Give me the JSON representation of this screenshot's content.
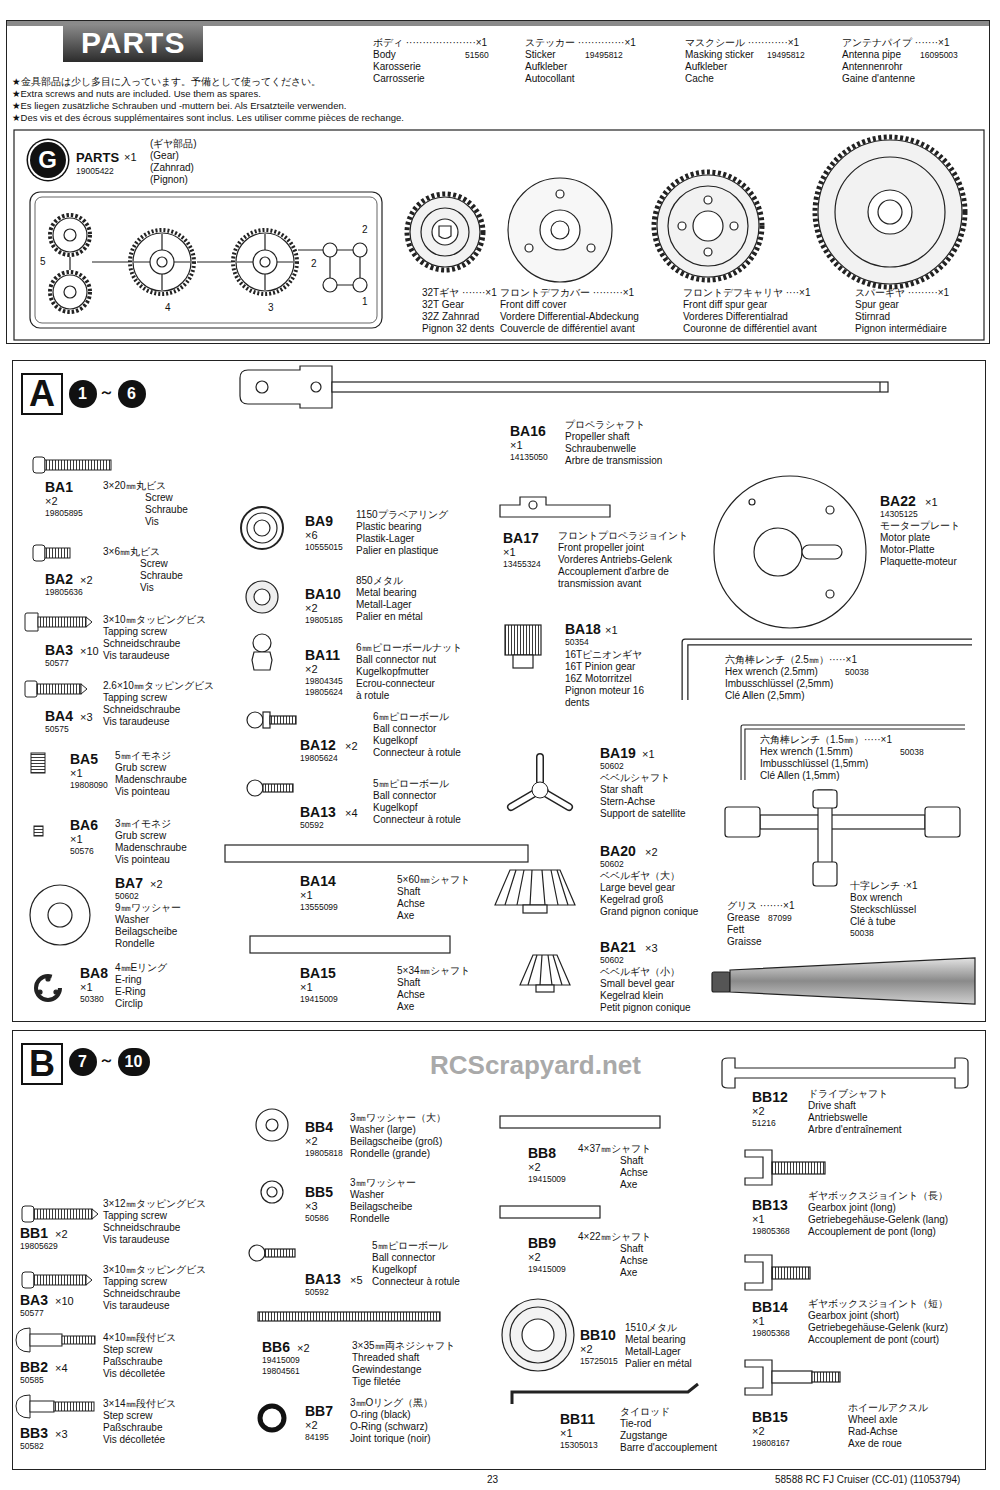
{
  "diagram": {
    "nodes": [
      {
        "text": [
          "PARTS"
        ]
      },
      {
        "text": [
          "G"
        ],
        "in": 0
      },
      {
        "text": [
          "A"
        ]
      },
      {
        "text": [
          "1"
        ],
        "in": 2
      },
      {
        "text": [
          "6"
        ],
        "in": 2
      },
      {
        "text": [
          "B"
        ]
      },
      {
        "text": [
          "7"
        ],
        "in": 5
      },
      {
        "text": [
          "10"
        ],
        "in": 5
      }
    ],
    "labels": [
      "★金具部品は少し多目に入っています。予備として使ってください。",
      "★Extra screws and nuts are included. Use them as spares.",
      "★Es liegen zusätzliche Schrauben und -muttern bei. Als Ersatzteile verwenden.",
      "★Des vis et des écrous supplémentaires sont inclus. Les utiliser comme pièces de rechange.",
      "ボディ ·····················×1",
      "Body",
      "51560",
      "Karosserie",
      "Carrosserie",
      "ステッカー ··············×1",
      "Sticker",
      "19495812",
      "Aufkleber",
      "Autocollant",
      "マスクシール ············×1",
      "Masking sticker",
      "19495812",
      "Aufkleber",
      "Cache",
      "アンテナパイプ ·······×1",
      "Antenna pipe",
      "16095003",
      "Antennenrohr",
      "Gaine d'antenne",
      "PARTS",
      "×1",
      "19005422",
      "(ギヤ部品)",
      "(Gear)",
      "(Zahnrad)",
      "(Pignon)",
      "5",
      "4",
      "3",
      "2",
      "2",
      "1",
      "32Tギヤ ·······×1",
      "32T Gear",
      "32Z Zahnrad",
      "Pignon 32 dents",
      "フロントデフカバー ·········×1",
      "Front diff cover",
      "Vordere Differential-Abdeckung",
      "Couvercle de différentiel avant",
      "フロントデフキャリヤ ····×1",
      "Front diff spur gear",
      "Vorderes Differentialrad",
      "Couronne de différentiel avant",
      "スパーギヤ ·········×1",
      "Spur gear",
      "Stirnrad",
      "Pignon intermédiaire",
      "～",
      "BA16",
      "×1",
      "14135050",
      "プロペラシャフト",
      "Propeller shaft",
      "Schraubenwelle",
      "Arbre de transmission",
      "BA1",
      "×2",
      "19805895",
      "3×20㎜丸ビス",
      "Screw",
      "Schraube",
      "Vis",
      "BA2",
      "×2",
      "19805636",
      "3×6㎜丸ビス",
      "Screw",
      "Schraube",
      "Vis",
      "BA3",
      "×10",
      "50577",
      "3×10㎜タッピングビス",
      "Tapping screw",
      "Schneidschraube",
      "Vis taraudeuse",
      "BA4",
      "×3",
      "50575",
      "2.6×10㎜タッピングビス",
      "Tapping screw",
      "Schneidschraube",
      "Vis taraudeuse",
      "BA5",
      "×1",
      "19808090",
      "5㎜イモネジ",
      "Grub screw",
      "Madenschraube",
      "Vis pointeau",
      "BA6",
      "×1",
      "50576",
      "3㎜イモネジ",
      "Grub screw",
      "Madenschraube",
      "Vis pointeau",
      "BA7",
      "×2",
      "50602",
      "9㎜ワッシャー",
      "Washer",
      "Beilagscheibe",
      "Rondelle",
      "BA8",
      "×1",
      "50380",
      "4㎜Eリング",
      "E-ring",
      "E-Ring",
      "Circlip",
      "BA9",
      "×6",
      "10555015",
      "1150プラベアリング",
      "Plastic bearing",
      "Plastik-Lager",
      "Palier en plastique",
      "BA10",
      "×2",
      "19805185",
      "850メタル",
      "Metal bearing",
      "Metall-Lager",
      "Palier en métal",
      "BA11",
      "×2",
      "19804345",
      "19805624",
      "6㎜ピローボールナット",
      "Ball connector nut",
      "Kugelkopfmutter",
      "Ecrou-connecteur",
      "à rotule",
      "BA12",
      "×2",
      "19805624",
      "6㎜ピローボール",
      "Ball connector",
      "Kugelkopf",
      "Connecteur à rotule",
      "BA13",
      "×4",
      "50592",
      "5㎜ピローボール",
      "Ball connector",
      "Kugelkopf",
      "Connecteur à rotule",
      "BA14",
      "×1",
      "13555099",
      "5×60㎜シャフト",
      "Shaft",
      "Achse",
      "Axe",
      "BA15",
      "×1",
      "19415009",
      "5×34㎜シャフト",
      "Shaft",
      "Achse",
      "Axe",
      "BA17",
      "×1",
      "13455324",
      "フロントプロペラジョイント",
      "Front propeller joint",
      "Vorderes Antriebs-Gelenk",
      "Accouplement d'arbre de",
      "transmission avant",
      "BA18",
      "×1",
      "50354",
      "16Tピニオンギヤ",
      "16T Pinion gear",
      "16Z Motorritzel",
      "Pignon moteur 16",
      "dents",
      "BA19",
      "×1",
      "50602",
      "ベベルシャフト",
      "Star shaft",
      "Stern-Achse",
      "Support de satellite",
      "BA20",
      "×2",
      "50602",
      "ベベルギヤ（大）",
      "Large bevel gear",
      "Kegelrad groß",
      "Grand pignon conique",
      "BA21",
      "×3",
      "50602",
      "ベベルギヤ（小）",
      "Small bevel gear",
      "Kegelrad klein",
      "Petit pignon conique",
      "BA22",
      "×1",
      "14305125",
      "モータープレート",
      "Motor plate",
      "Motor-Platte",
      "Plaquette-moteur",
      "六角棒レンチ（2.5㎜）·····×1",
      "Hex wrench (2.5mm)",
      "Imbusschlüssel (2,5mm)",
      "Clé Allen (2,5mm)",
      "50038",
      "六角棒レンチ（1.5㎜）·····×1",
      "Hex wrench (1.5mm)",
      "Imbusschlüssel (1,5mm)",
      "Clé Allen (1,5mm)",
      "50038",
      "十字レンチ ·×1",
      "Box wrench",
      "Steckschlüssel",
      "Clé à tube",
      "50038",
      "グリス ·······×1",
      "Grease",
      "87099",
      "Fett",
      "Graisse",
      "～",
      "BB1",
      "×2",
      "19805629",
      "3×12㎜タッピングビス",
      "Tapping screw",
      "Schneidschraube",
      "Vis taraudeuse",
      "BA3",
      "×10",
      "50577",
      "3×10㎜タッピングビス",
      "Tapping screw",
      "Schneidschraube",
      "Vis taraudeuse",
      "BB2",
      "×4",
      "50585",
      "4×10㎜段付ビス",
      "Step screw",
      "Paßschraube",
      "Vis décolletée",
      "BB3",
      "×3",
      "50582",
      "3×14㎜段付ビス",
      "Step screw",
      "Paßschraube",
      "Vis décolletée",
      "BB4",
      "×2",
      "19805818",
      "3㎜ワッシャー（大）",
      "Washer (large)",
      "Beilagscheibe (groß)",
      "Rondelle (grande)",
      "BB5",
      "×3",
      "50586",
      "3㎜ワッシャー",
      "Washer",
      "Beilagscheibe",
      "Rondelle",
      "BA13",
      "×5",
      "50592",
      "5㎜ピローボール",
      "Ball connector",
      "Kugelkopf",
      "Connecteur à rotule",
      "BB6",
      "×2",
      "19415009",
      "19804561",
      "3×35㎜両ネジシャフト",
      "Threaded shaft",
      "Gewindestange",
      "Tige filetée",
      "BB7",
      "×2",
      "84195",
      "3㎜Oリング（黒）",
      "O-ring (black)",
      "O-Ring (schwarz)",
      "Joint torique (noir)",
      "BB8",
      "×2",
      "19415009",
      "4×37㎜シャフト",
      "Shaft",
      "Achse",
      "Axe",
      "BB9",
      "×2",
      "19415009",
      "4×22㎜シャフト",
      "Shaft",
      "Achse",
      "Axe",
      "BB10",
      "×2",
      "15725015",
      "1510メタル",
      "Metal bearing",
      "Metall-Lager",
      "Palier en métal",
      "BB11",
      "×1",
      "15305013",
      "タイロッド",
      "Tie-rod",
      "Zugstange",
      "Barre d'accouplement",
      "BB12",
      "×2",
      "51216",
      "ドライブシャフト",
      "Drive shaft",
      "Antriebswelle",
      "Arbre d'entraînement",
      "BB13",
      "×1",
      "19805368",
      "ギヤボックスジョイント（長）",
      "Gearbox joint (long)",
      "Getriebegehäuse-Gelenk (lang)",
      "Accouplement de pont (long)",
      "BB14",
      "×1",
      "19805368",
      "ギヤボックスジョイント（短）",
      "Gearbox joint (short)",
      "Getriebegehäuse-Gelenk (kurz)",
      "Accouplement de pont (court)",
      "BB15",
      "×2",
      "19808167",
      "ホイールアクスル",
      "Wheel axle",
      "Rad-Achse",
      "Axe de roue",
      "RCScrapyard.net",
      "23",
      "58588 RC FJ Cruiser (CC-01) (11053794)"
    ]
  }
}
